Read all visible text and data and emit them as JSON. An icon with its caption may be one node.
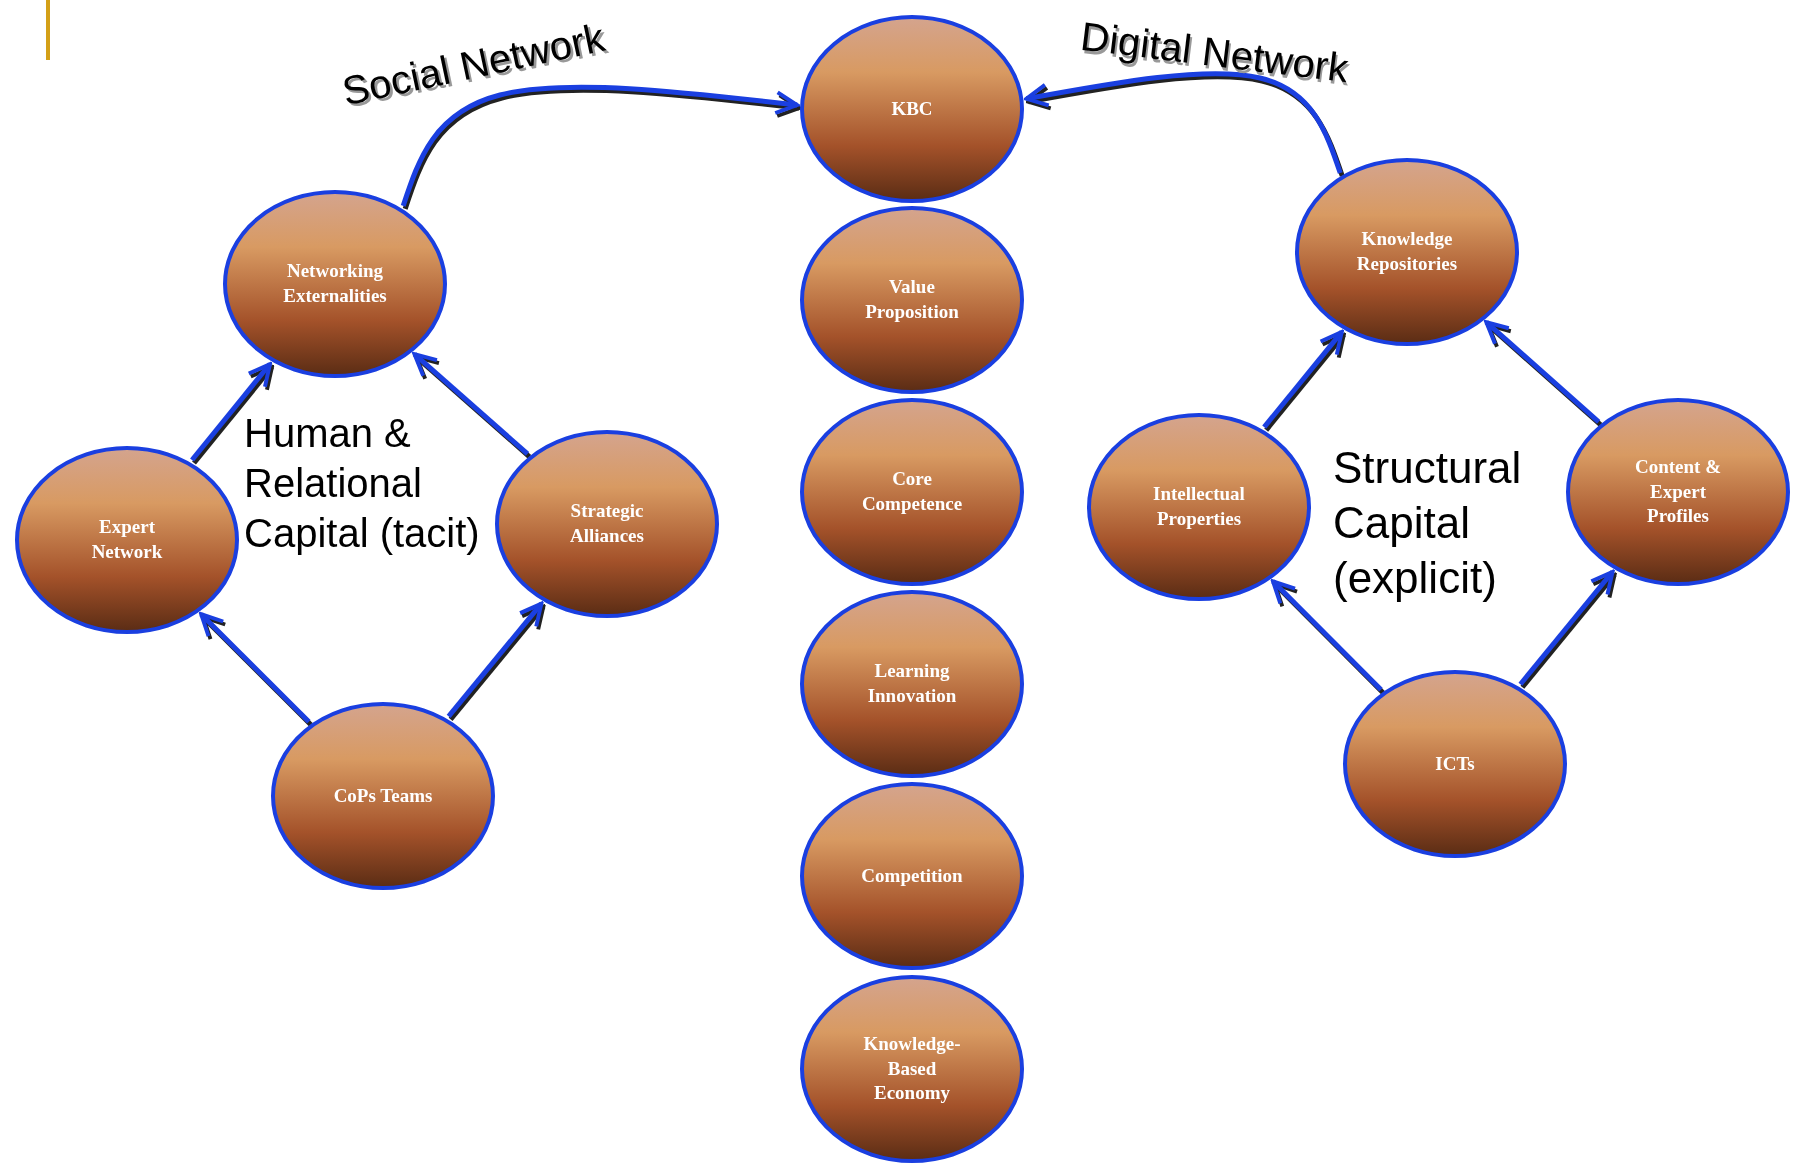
{
  "diagram": {
    "nodes": [
      {
        "text": [
          "KBC"
        ]
      },
      {
        "text": [
          "Value Proposition"
        ]
      },
      {
        "text": [
          "Core Competence"
        ]
      },
      {
        "text": [
          "Learning Innovation"
        ]
      },
      {
        "text": [
          "Competition"
        ]
      },
      {
        "text": [
          "Knowledge- Based Economy"
        ]
      },
      {
        "text": [
          "Networking Externalities"
        ]
      },
      {
        "text": [
          "Expert Network"
        ]
      },
      {
        "text": [
          "Strategic Alliances"
        ]
      },
      {
        "text": [
          "CoPs Teams"
        ]
      },
      {
        "text": [
          "Knowledge Repositories"
        ]
      },
      {
        "text": [
          "Intellectual Properties"
        ]
      },
      {
        "text": [
          "Content & Expert Profiles"
        ]
      },
      {
        "text": [
          "ICTs"
        ]
      }
    ],
    "edges": [
      {
        "from": 6,
        "to": 0,
        "arrow": "to",
        "label": "Social Network"
      },
      {
        "from": 10,
        "to": 0,
        "arrow": "to",
        "label": "Digital Network"
      },
      {
        "from": 7,
        "to": 6,
        "arrow": "to"
      },
      {
        "from": 8,
        "to": 6,
        "arrow": "to"
      },
      {
        "from": 9,
        "to": 7,
        "arrow": "to"
      },
      {
        "from": 9,
        "to": 8,
        "arrow": "to"
      },
      {
        "from": 11,
        "to": 10,
        "arrow": "to"
      },
      {
        "from": 12,
        "to": 10,
        "arrow": "to"
      },
      {
        "from": 13,
        "to": 11,
        "arrow": "to"
      },
      {
        "from": 13,
        "to": 12,
        "arrow": "to"
      }
    ],
    "labels": [
      "Human & Relational Capital (tacit)",
      "Structural Capital (explicit)"
    ]
  }
}
